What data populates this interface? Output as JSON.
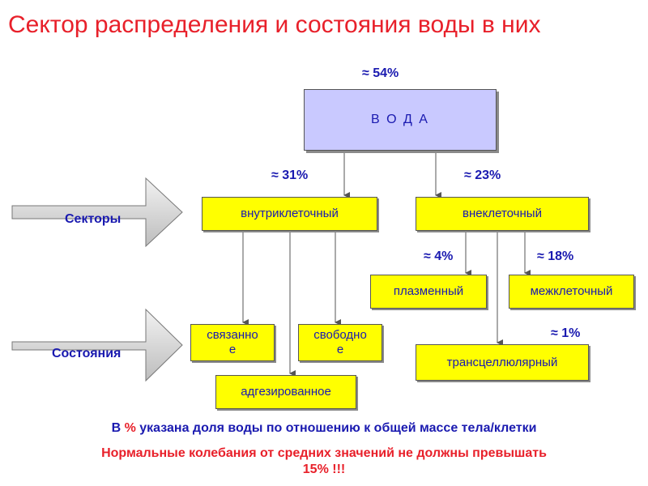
{
  "title": "Сектор распределения и состояния воды в них",
  "water": {
    "label": "В О Д А",
    "percent": "≈ 54%"
  },
  "sectors": {
    "label": "Секторы",
    "intracellular": {
      "label": "внутриклеточный",
      "percent": "≈ 31%"
    },
    "extracellular": {
      "label": "внеклеточный",
      "percent": "≈ 23%"
    }
  },
  "subsectors": {
    "plasma": {
      "label": "плазменный",
      "percent": "≈ 4%"
    },
    "intercellular": {
      "label": "межклеточный",
      "percent": "≈ 18%"
    },
    "transcellular": {
      "label": "трансцеллюлярный",
      "percent": "≈ 1%"
    }
  },
  "states": {
    "label": "Состояния",
    "bound": {
      "line1": "связанно",
      "line2": "е"
    },
    "free": {
      "line1": "свободно",
      "line2": "е"
    },
    "adsorbed": {
      "label": "адгезированное"
    }
  },
  "note": {
    "prefix": "В",
    "pct_sign": "%",
    "suffix": "указана доля воды по отношению к общей массе тела/клетки"
  },
  "warning": {
    "line1": "Нормальные колебания от средних значений не должны превышать",
    "line2": "15% !!!"
  },
  "colors": {
    "title": "#e8202a",
    "text": "#1a1ab0",
    "box_yellow": "#ffff00",
    "box_lilac": "#c9c9ff",
    "arrow_gray": "#d9d9d9"
  }
}
